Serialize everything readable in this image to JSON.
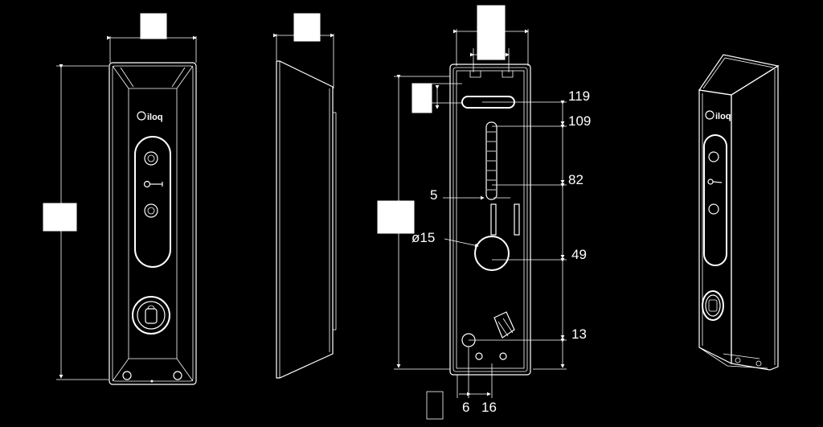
{
  "brand": {
    "logo_text": "iloq"
  },
  "dimensions": {
    "d119": "119",
    "d109": "109",
    "d82": "82",
    "d5": "5",
    "d15": "ø15",
    "d49": "49",
    "d13": "13",
    "d6": "6",
    "d16": "16"
  },
  "colors": {
    "background": "#000000",
    "line": "#ffffff"
  }
}
